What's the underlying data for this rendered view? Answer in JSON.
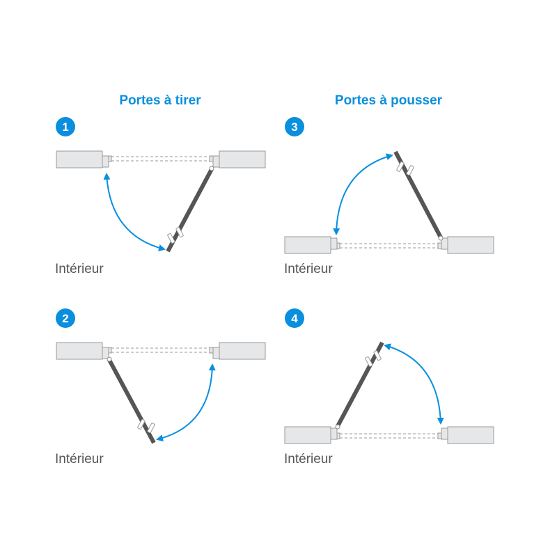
{
  "headings": {
    "pull": "Portes à tirer",
    "push": "Portes à pousser"
  },
  "panels": [
    {
      "number": "1",
      "label": "Intérieur"
    },
    {
      "number": "2",
      "label": "Intérieur"
    },
    {
      "number": "3",
      "label": "Intérieur"
    },
    {
      "number": "4",
      "label": "Intérieur"
    }
  ],
  "colors": {
    "accent": "#0a8fdf",
    "door": "#555555",
    "wall": "#e6e7e9"
  }
}
